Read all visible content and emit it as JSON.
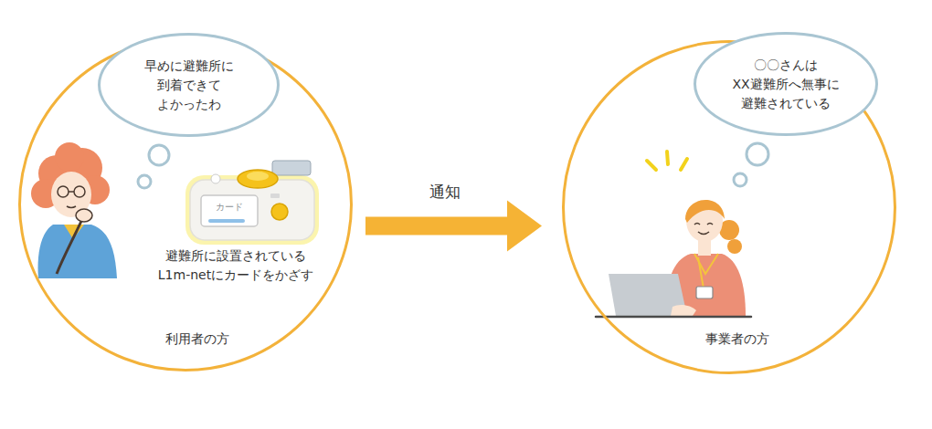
{
  "diagram": {
    "nodes": [
      {
        "text": [
          "避難所に設置されている L1m-netにカードをかざす",
          "利用者の方"
        ]
      },
      {
        "text": [
          "早めに避難所に 到着できて よかったわ"
        ],
        "in": 0
      },
      {
        "text": [
          "事業者の方"
        ]
      },
      {
        "text": [
          "〇〇さんは XX避難所へ無事に 避難されている"
        ],
        "in": 2
      }
    ],
    "edges": [
      {
        "from": 0,
        "to": 2,
        "arrow": "to",
        "label": "通知"
      }
    ],
    "labels": [
      "カード"
    ]
  }
}
